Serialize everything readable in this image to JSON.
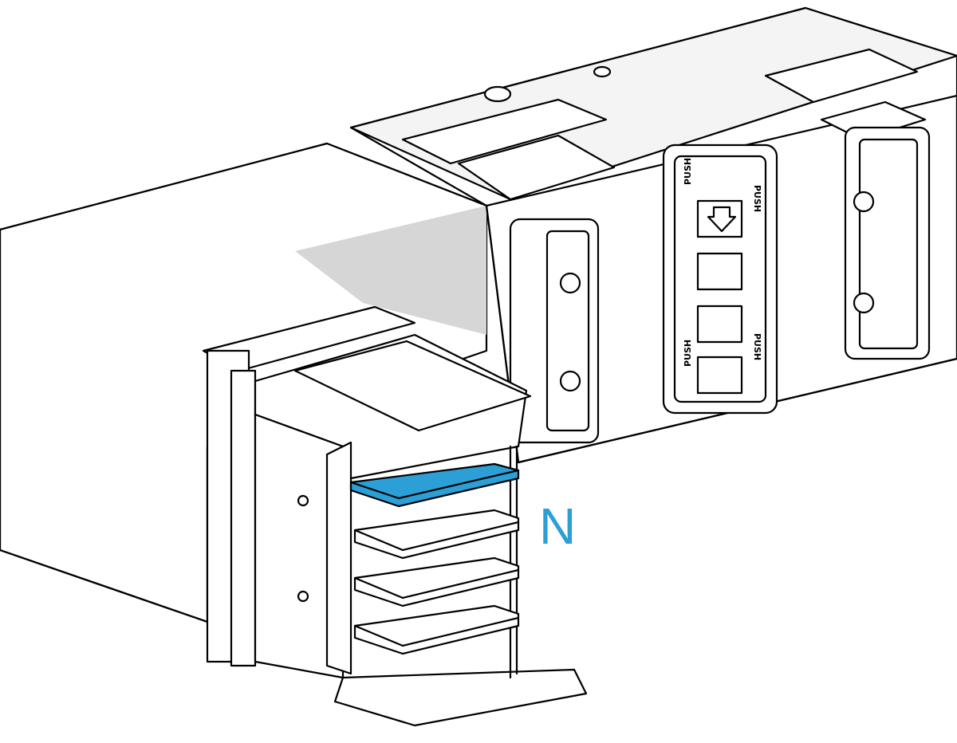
{
  "labels": {
    "n": "N",
    "push": [
      "PUSH",
      "PUSH",
      "PUSH",
      "PUSH"
    ]
  },
  "colors": {
    "highlight": "#2b9fd6",
    "label_n": "#2b9fd6",
    "line": "#000000",
    "face_light": "#ffffff",
    "face_shade": "#e6e6e6",
    "face_dark": "#cfcfcf"
  }
}
